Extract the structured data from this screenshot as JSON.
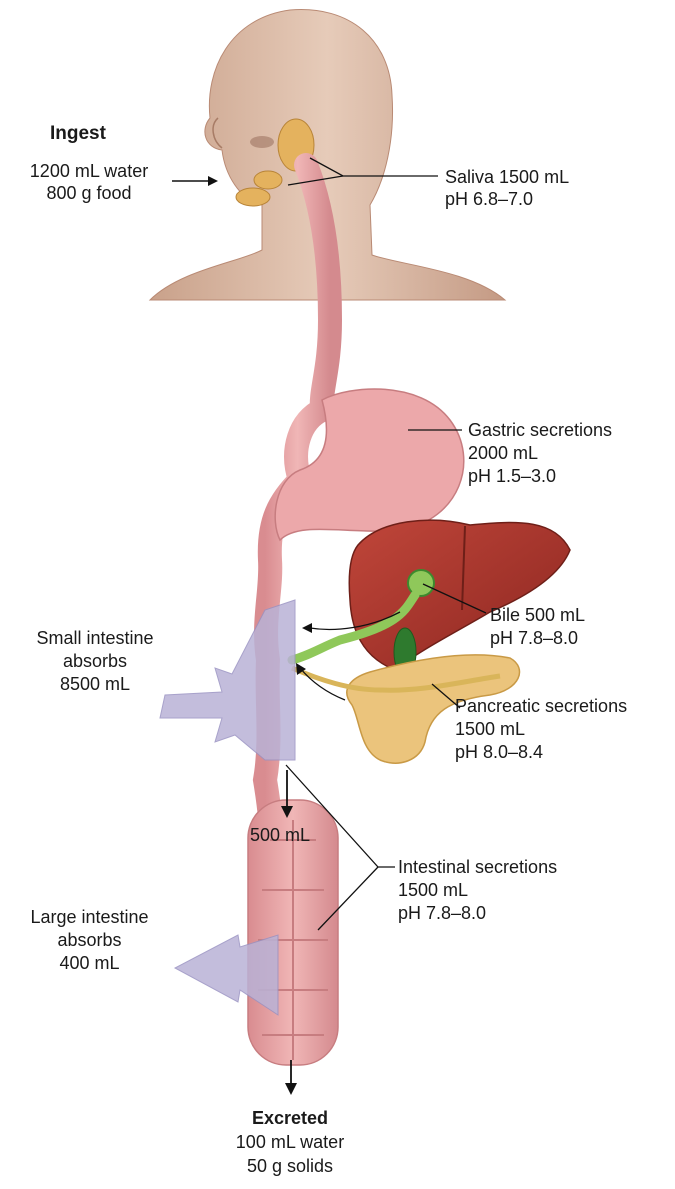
{
  "ingest": {
    "heading": "Ingest",
    "water": "1200 mL water",
    "food": "800 g food"
  },
  "saliva": {
    "line1": "Saliva 1500 mL",
    "line2": "pH 6.8–7.0"
  },
  "gastric": {
    "line1": "Gastric secretions",
    "line2": "2000 mL",
    "line3": "pH 1.5–3.0"
  },
  "bile": {
    "line1": "Bile 500 mL",
    "line2": "pH 7.8–8.0"
  },
  "small_intestine": {
    "line1": "Small intestine",
    "line2": "absorbs",
    "line3": "8500 mL"
  },
  "pancreatic": {
    "line1": "Pancreatic secretions",
    "line2": "1500 mL",
    "line3": "pH 8.0–8.4"
  },
  "flow": {
    "colon_entry": "500 mL"
  },
  "intestinal": {
    "line1": "Intestinal secretions",
    "line2": "1500 mL",
    "line3": "pH 7.8–8.0"
  },
  "large_intestine": {
    "line1": "Large intestine",
    "line2": "absorbs",
    "line3": "400 mL"
  },
  "excreted": {
    "heading": "Excreted",
    "water": "100 mL water",
    "solids": "50 g solids"
  },
  "colors": {
    "skin": "#d9b9a4",
    "gut": "#e8a3a6",
    "liver": "#a8332a",
    "gallbladder": "#2e7a2e",
    "bile_duct": "#8fc85a",
    "pancreas": "#e8c27a",
    "absorb_arrow": "#b9b2d6"
  }
}
